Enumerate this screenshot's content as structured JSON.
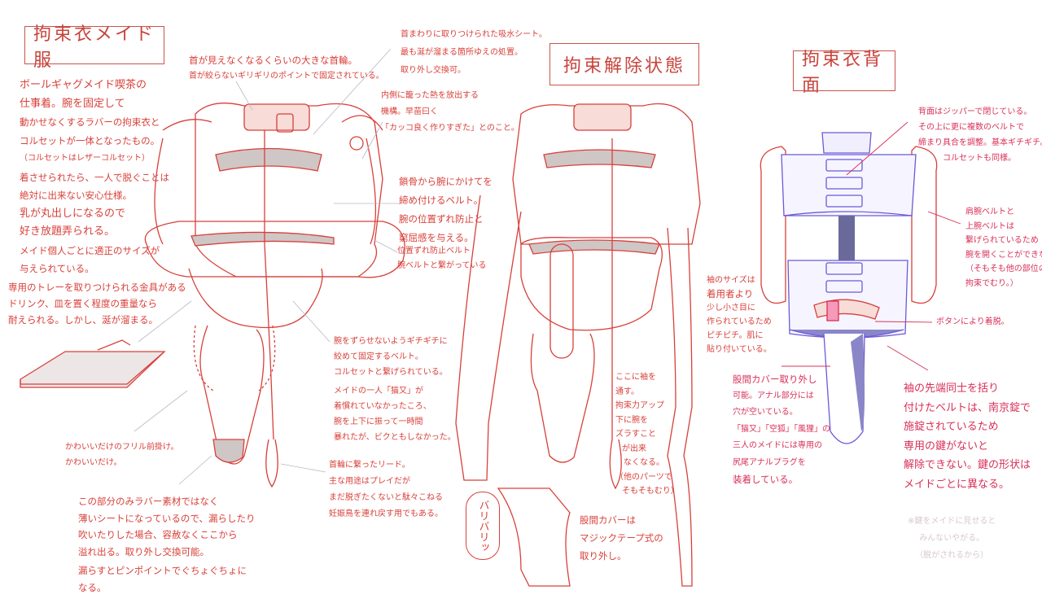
{
  "titles": {
    "front": "拘束衣メイド服",
    "released": "拘束解除状態",
    "back": "拘束衣背面"
  },
  "notes": {
    "intro": [
      "ボールギャグメイド喫茶の",
      "仕事着。腕を固定して",
      "動かせなくするラバーの拘束衣と",
      "コルセットが一体となったもの。",
      "（コルセットはレザーコルセット）",
      "着させられたら、一人で脱ぐことは",
      "絶対に出来ない安心仕様。",
      "乳が丸出しになるので",
      "好き放題弄られる。",
      "メイド個人ごとに適正のサイズが",
      "与えられている。"
    ],
    "collar": [
      "首が見えなくなるくらいの大きな首輪。",
      "首が絞らないギリギリのポイントで固定されている。"
    ],
    "absorb": [
      "首まわりに取りつけられた吸水シート。",
      "最も涎が溜まる箇所ゆえの処置。",
      "取り外し交換可。"
    ],
    "heat": [
      "内側に籠った熱を放出する",
      "機構。早苗曰く",
      "「カッコ良く作りすぎた」とのこと。"
    ],
    "clavicle": [
      "鎖骨から腕にかけてを",
      "締め付けるベルト。",
      "腕の位置ずれ防止と",
      "窮屈感を与える。"
    ],
    "shift": [
      "位置ずれ防止ベルト",
      "腕ベルトと繋がっている"
    ],
    "tray": [
      "専用のトレーを取りつけられる金具がある",
      "ドリンク、皿を置く程度の重量なら",
      "耐えられる。しかし、涎が溜まる。"
    ],
    "armbelt": [
      "腕をずらせないようギチギチに",
      "絞めて固定するベルト。",
      "コルセットと繋げられている。",
      "メイドの一人「猫又」が",
      "着慣れていなかったころ、",
      "腕を上下に振って一時間",
      "暴れたが、ビクともしなかった。"
    ],
    "frill": [
      "かわいいだけのフリル前掛け。",
      "かわいいだけ。"
    ],
    "lead": [
      "首輪に繋ったリード。",
      "主な用途はプレイだが",
      "まだ脱ぎたくないと駄々こねる",
      "妊娠鳥を連れ戻す用でもある。"
    ],
    "sheet": [
      "この部分のみラバー素材ではなく",
      "薄いシートになっているので、漏らしたり",
      "吹いたりした場合、容赦なくここから",
      "溢れ出る。取り外し交換可能。",
      "漏らすとピンポイントでぐちょぐちょに",
      "なる。"
    ],
    "sleeve_size": [
      "袖のサイズは",
      "着用者より",
      "少し小さ目に",
      "作られているため",
      "ピチピチ。肌に",
      "貼り付いている。"
    ],
    "sleeve_here": [
      "ここに袖を",
      "通す。",
      "拘束力アップ",
      "下に腕を",
      "ズラすこと",
      "が出来",
      "なくなる。",
      "（他のパーツで",
      "そもそもむり）"
    ],
    "velcro_sound": "バリバリッ",
    "crotch_velcro": [
      "股間カバーは",
      "マジックテープ式の",
      "取り外し。"
    ],
    "back_zip": [
      "背面はジッパーで閉じている。",
      "その上に更に複数のベルトで",
      "締まり具合を調整。基本ギチギチ。",
      "コルセットも同様。"
    ],
    "shoulder": [
      "肩腕ベルトと",
      "上腕ベルトは",
      "繋げられているため",
      "腕を開くことができない。",
      "（そもそも他の部位の",
      "拘束でむり。）"
    ],
    "button": "ボタンにより着脱。",
    "crotch_cover": [
      "股間カバー取り外し",
      "可能。アナル部分には",
      "穴が空いている。",
      "「猫又」「空狐」「風狸」の",
      "三人のメイドには専用の",
      "尻尾アナルプラグを",
      "装着している。"
    ],
    "lock": [
      "袖の先端同士を括り",
      "付けたベルトは、南京錠で",
      "施錠されているため",
      "専用の鍵がないと",
      "解除できない。鍵の形状は",
      "メイドごとに異なる。"
    ],
    "aside": [
      "※鍵をメイドに見せると",
      "みんないやがる。",
      "（脱がされるから）"
    ]
  },
  "colors": {
    "ink": "#d8403a",
    "pink": "#d83058",
    "back_ink": "#6a5ad8",
    "fill_gray": "#cfc6c6"
  }
}
